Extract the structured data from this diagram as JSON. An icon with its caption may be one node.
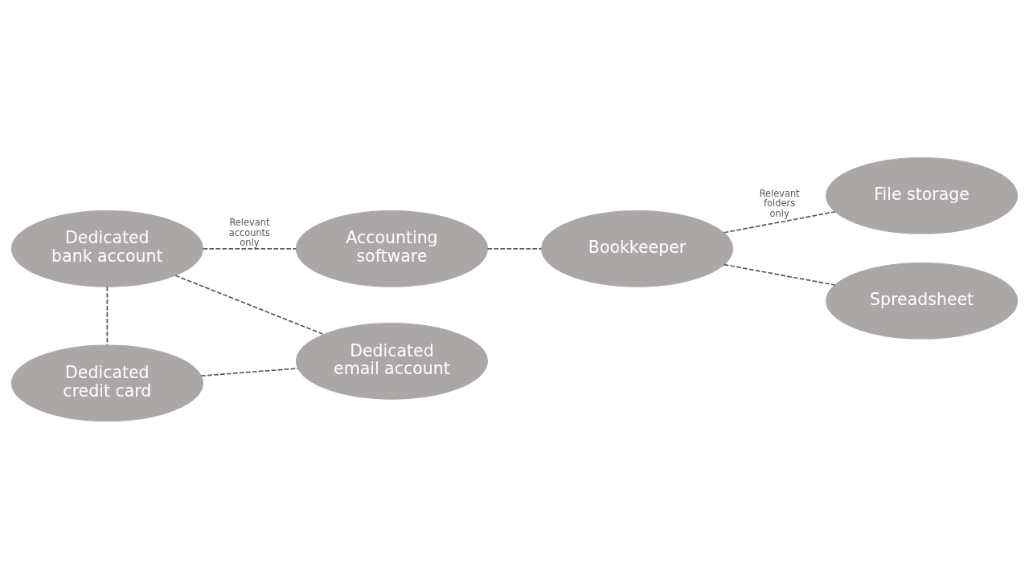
{
  "diagram": {
    "nodes": [
      {
        "text": [
          "Accounting software"
        ]
      },
      {
        "text": [
          "File storage"
        ]
      },
      {
        "text": [
          "Bookkeeper"
        ]
      },
      {
        "text": [
          "Dedicated bank account"
        ]
      },
      {
        "text": [
          "Dedicated email account"
        ]
      },
      {
        "text": [
          "Spreadsheet"
        ]
      },
      {
        "text": [
          "Dedicated credit card"
        ]
      }
    ],
    "edges": [
      {
        "from": 3,
        "to": 0,
        "arrow": "none",
        "style": "dashed",
        "label": "Relevant accounts only"
      },
      {
        "from": 0,
        "to": 2,
        "arrow": "none",
        "style": "dashed"
      },
      {
        "from": 2,
        "to": 1,
        "arrow": "none",
        "style": "dashed",
        "label": "Relevant folders only"
      },
      {
        "from": 2,
        "to": 5,
        "arrow": "none",
        "style": "dashed"
      },
      {
        "from": 3,
        "to": 4,
        "arrow": "none",
        "style": "dashed"
      },
      {
        "from": 3,
        "to": 6,
        "arrow": "none",
        "style": "dashed"
      },
      {
        "from": 6,
        "to": 4,
        "arrow": "none",
        "style": "dashed"
      }
    ]
  }
}
